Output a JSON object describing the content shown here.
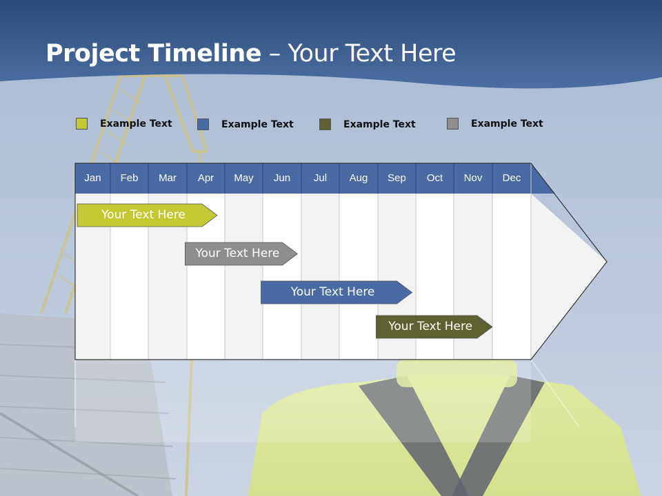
{
  "title": {
    "main": "Project Timeline",
    "separator": "–",
    "sub": "Your Text Here"
  },
  "legend": [
    {
      "label": "Example Text",
      "color": "#c4c832"
    },
    {
      "label": "Example Text",
      "color": "#4a6aa5"
    },
    {
      "label": "Example Text",
      "color": "#5f6133"
    },
    {
      "label": "Example Text",
      "color": "#8e8e8e"
    }
  ],
  "months": [
    "Jan",
    "Feb",
    "Mar",
    "Apr",
    "May",
    "Jun",
    "Jul",
    "Aug",
    "Sep",
    "Oct",
    "Nov",
    "Dec"
  ],
  "tasks": [
    {
      "label": "Your  Text Here",
      "color": "#c4c832",
      "start_month": 1.0,
      "end_month": 4.8
    },
    {
      "label": "Your  Text Here",
      "color": "#8e8e8e",
      "start_month": 3.9,
      "end_month": 6.9
    },
    {
      "label": "Your  Text Here",
      "color": "#4a6aa5",
      "start_month": 5.9,
      "end_month": 9.9
    },
    {
      "label": "Your  Text Here",
      "color": "#5f6133",
      "start_month": 8.9,
      "end_month": 12.0
    }
  ],
  "colors": {
    "header": "#4a6aa5",
    "banner": "#3b5e96"
  }
}
